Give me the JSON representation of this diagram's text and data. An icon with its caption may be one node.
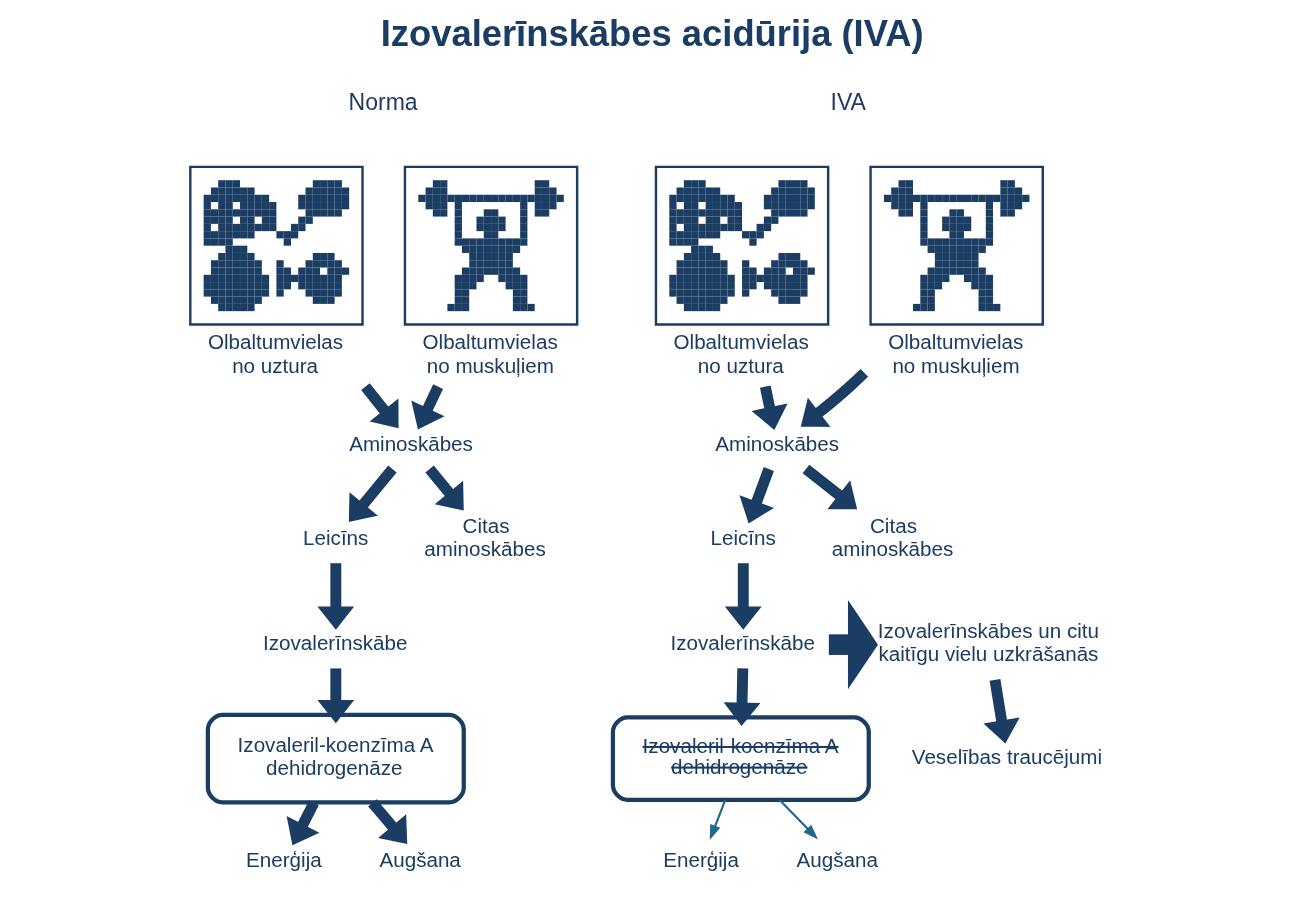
{
  "diagram": {
    "title": "Izovalerīnskābes acidūrija (IVA)",
    "nodes": [
      {
        "text": [],
        "shape": "picture",
        "beside": [
          "Olbaltumvielas no uztura"
        ]
      },
      {
        "text": [],
        "shape": "picture",
        "beside": [
          "Olbaltumvielas no muskuļiem"
        ]
      },
      {
        "text": [
          "Aminoskābes"
        ]
      },
      {
        "text": [
          "Leicīns"
        ]
      },
      {
        "text": [
          "Citas aminoskābes"
        ]
      },
      {
        "text": [
          "Izovalerīnskābe"
        ]
      },
      {
        "text": [
          "Izovaleril-koenzīma A dehidrogenāze"
        ]
      },
      {
        "text": [
          "Enerģija"
        ]
      },
      {
        "text": [
          "Augšana"
        ]
      },
      {
        "text": [],
        "shape": "picture",
        "beside": [
          "Olbaltumvielas no uztura"
        ]
      },
      {
        "text": [],
        "shape": "picture",
        "beside": [
          "Olbaltumvielas no muskuļiem"
        ]
      },
      {
        "text": [
          "Aminoskābes"
        ]
      },
      {
        "text": [
          "Leicīns"
        ]
      },
      {
        "text": [
          "Citas aminoskābes"
        ]
      },
      {
        "text": [
          "Izovalerīnskābe"
        ]
      },
      {
        "text": [
          "Izovaleril-koenzīma A dehidrogenāze"
        ]
      },
      {
        "text": [
          "Izovalerīnskābes un citu kaitīgu vielu uzkrāšanās"
        ]
      },
      {
        "text": [
          "Veselības traucējumi"
        ]
      },
      {
        "text": [
          "Enerģija"
        ]
      },
      {
        "text": [
          "Augšana"
        ]
      }
    ],
    "edges": [
      {
        "from": 0,
        "to": 2,
        "arrow": "to"
      },
      {
        "from": 1,
        "to": 2,
        "arrow": "to"
      },
      {
        "from": 2,
        "to": 3,
        "arrow": "to"
      },
      {
        "from": 2,
        "to": 4,
        "arrow": "to"
      },
      {
        "from": 3,
        "to": 5,
        "arrow": "to"
      },
      {
        "from": 5,
        "to": 6,
        "arrow": "to"
      },
      {
        "from": 6,
        "to": 7,
        "arrow": "to"
      },
      {
        "from": 6,
        "to": 8,
        "arrow": "to"
      },
      {
        "from": 9,
        "to": 11,
        "arrow": "to"
      },
      {
        "from": 10,
        "to": 11,
        "arrow": "to"
      },
      {
        "from": 11,
        "to": 12,
        "arrow": "to"
      },
      {
        "from": 11,
        "to": 13,
        "arrow": "to"
      },
      {
        "from": 12,
        "to": 14,
        "arrow": "to"
      },
      {
        "from": 14,
        "to": 15,
        "arrow": "to"
      },
      {
        "from": 14,
        "to": 16,
        "arrow": "to",
        "style": "thick"
      },
      {
        "from": 16,
        "to": 17,
        "arrow": "to"
      },
      {
        "from": 15,
        "to": 18,
        "arrow": "to",
        "color": "#1f6a8a"
      },
      {
        "from": 15,
        "to": 19,
        "arrow": "to",
        "color": "#1f6a8a"
      }
    ],
    "labels": [
      "Norma",
      "IVA"
    ]
  }
}
